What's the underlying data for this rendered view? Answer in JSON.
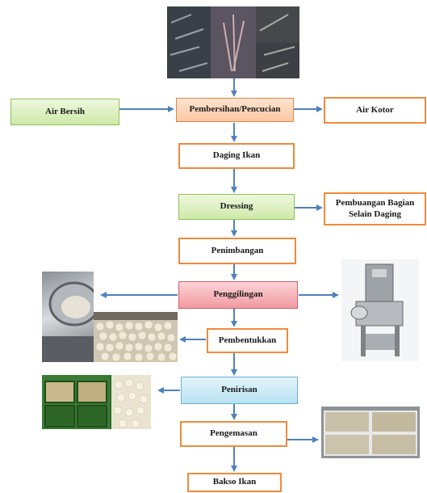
{
  "steps": {
    "air_bersih": "Air Bersih",
    "pembersihan": "Pembersihan/Pencucian",
    "air_kotor": "Air Kotor",
    "daging_ikan": "Daging Ikan",
    "dressing": "Dressing",
    "pembuangan": "Pembuangan Bagian Selain Daging",
    "penimbangan": "Penimbangan",
    "penggilingan": "Penggilingan",
    "pembentukkan": "Pembentukkan",
    "penirisan": "Penirisan",
    "pengemasan": "Pengemasan",
    "bakso_ikan": "Bakso Ikan"
  },
  "colors": {
    "arrow": "#4f81bd",
    "box_border": "#f08a3c"
  }
}
